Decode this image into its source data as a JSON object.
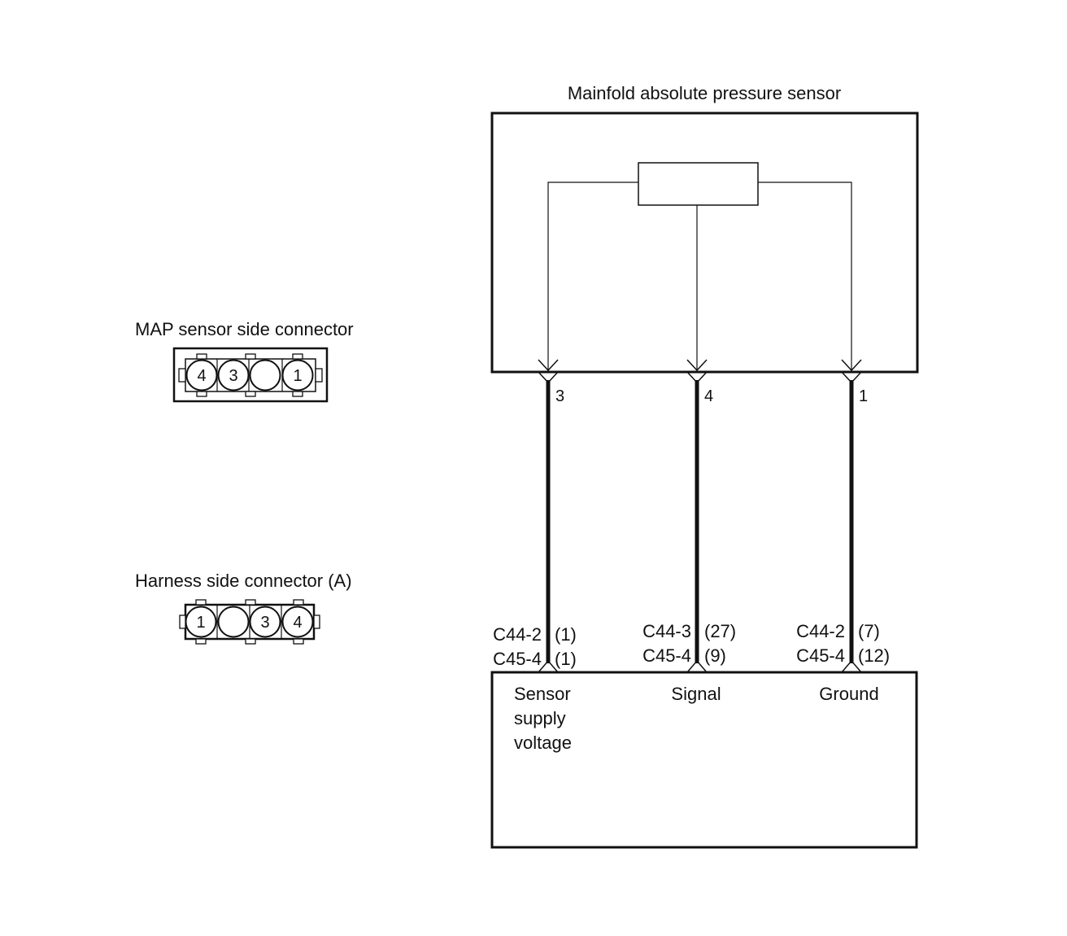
{
  "sensor": {
    "title": "Mainfold absolute pressure sensor"
  },
  "map_connector": {
    "title": "MAP sensor side connector",
    "cavities": [
      "4",
      "3",
      "",
      "1"
    ]
  },
  "harness_connector": {
    "title": "Harness side connector (A)",
    "cavities": [
      "1",
      "",
      "3",
      "4"
    ]
  },
  "wires": [
    {
      "pin": "3",
      "ecm_connector_1": "C44-2",
      "ecm_pin_1": "(1)",
      "ecm_connector_2": "C45-4",
      "ecm_pin_2": "(1)",
      "function_lines": [
        "Sensor",
        "supply",
        "voltage"
      ]
    },
    {
      "pin": "4",
      "ecm_connector_1": "C44-3",
      "ecm_pin_1": "(27)",
      "ecm_connector_2": "C45-4",
      "ecm_pin_2": "(9)",
      "function_lines": [
        "Signal"
      ]
    },
    {
      "pin": "1",
      "ecm_connector_1": "C44-2",
      "ecm_pin_1": "(7)",
      "ecm_connector_2": "C45-4",
      "ecm_pin_2": "(12)",
      "function_lines": [
        "Ground"
      ]
    }
  ],
  "colors": {
    "ink": "#111111",
    "background": "#ffffff"
  }
}
